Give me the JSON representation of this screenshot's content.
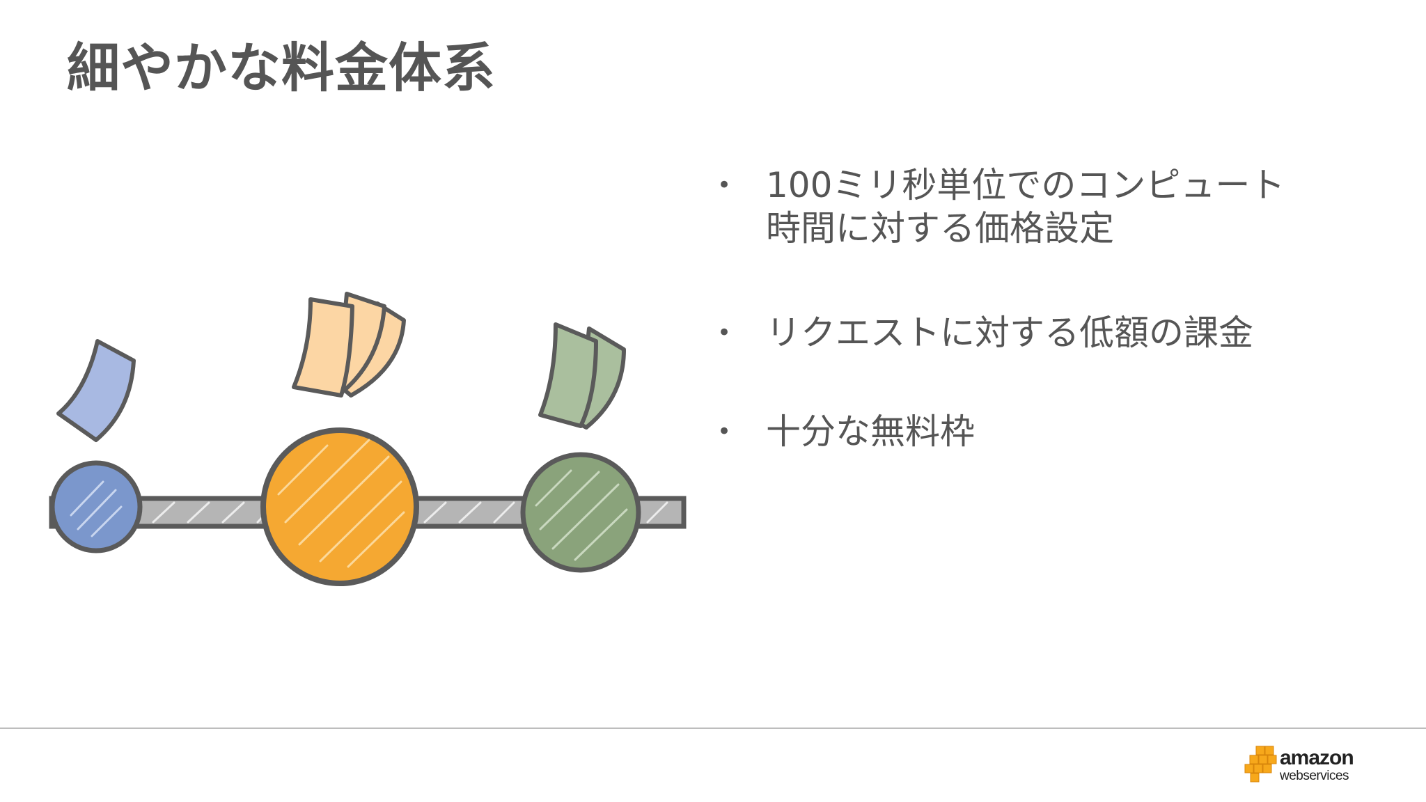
{
  "slide": {
    "title": "細やかな料金体系",
    "bullets": [
      {
        "lines": [
          "100ミリ秒単位でのコンピュート",
          "時間に対する価格設定"
        ]
      },
      {
        "lines": [
          "リクエストに対する低額の課金"
        ]
      },
      {
        "lines": [
          "十分な無料枠"
        ]
      }
    ],
    "bullet_symbol": "•"
  },
  "logo": {
    "name": "amazon",
    "tagline": "webservices",
    "icon": "aws-cubes-icon"
  },
  "colors": {
    "text": "#555555",
    "blue": "#7b97cc",
    "orange": "#f5a832",
    "green": "#8aa37b",
    "paper_blue": "#a8b9e2",
    "paper_orange": "#fcd6a4",
    "paper_green": "#aabf9e",
    "bar": "#b5b5b5",
    "outline": "#5a5a5a",
    "aws_orange": "#f7a81b"
  }
}
